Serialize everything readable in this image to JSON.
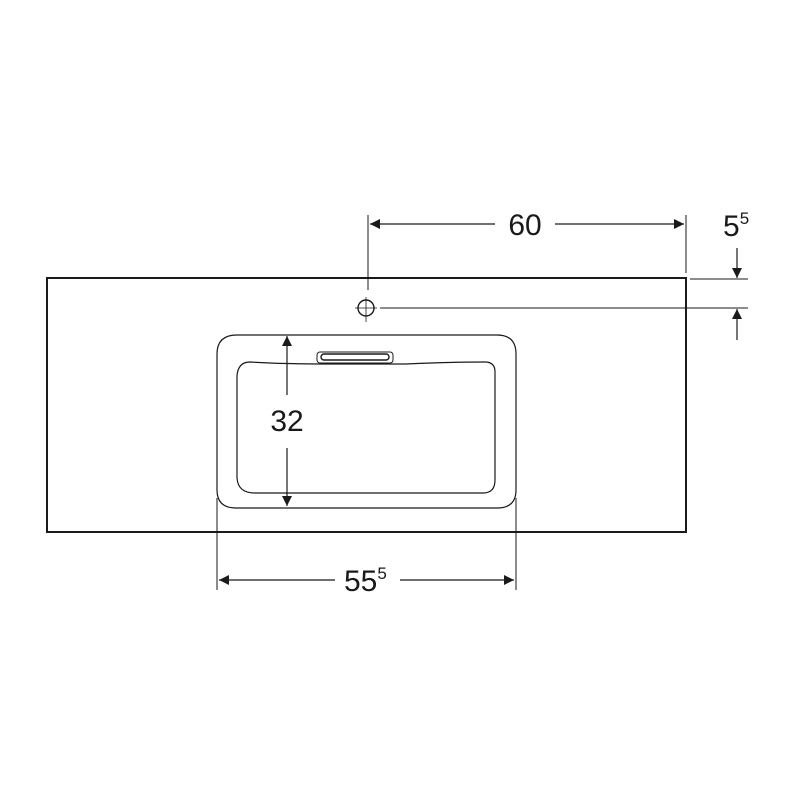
{
  "drawing": {
    "width_dim": {
      "main": "60",
      "sup": ""
    },
    "tap_offset_dim": {
      "main": "5",
      "sup": "5"
    },
    "basin_depth_dim": {
      "main": "32",
      "sup": ""
    },
    "basin_width_dim": {
      "main": "55",
      "sup": "5"
    }
  },
  "colors": {
    "line": "#1a1a1a",
    "background": "#ffffff"
  }
}
